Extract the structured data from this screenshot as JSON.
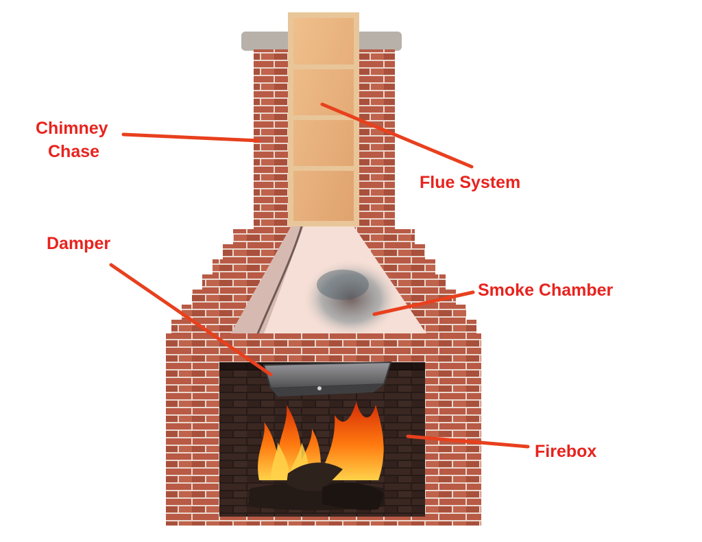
{
  "diagram": {
    "labels": {
      "chimney_chase_line1": "Chimney",
      "chimney_chase_line2": "Chase",
      "flue_system": "Flue System",
      "damper": "Damper",
      "smoke_chamber": "Smoke Chamber",
      "firebox": "Firebox"
    }
  },
  "colors": {
    "label": "#e8231e",
    "leader": "#e8401e",
    "brick": "#b85a45",
    "mortar": "#ead8cf",
    "flue_frame": "#e8c699",
    "flue_fill": "#e7b27d",
    "chimney_cap": "#b7b1aa",
    "smoke_chamber": "#f6dfd6",
    "firebox_interior": "#1a1210",
    "damper": "#6f6f72",
    "flame": "#ff7a10"
  }
}
